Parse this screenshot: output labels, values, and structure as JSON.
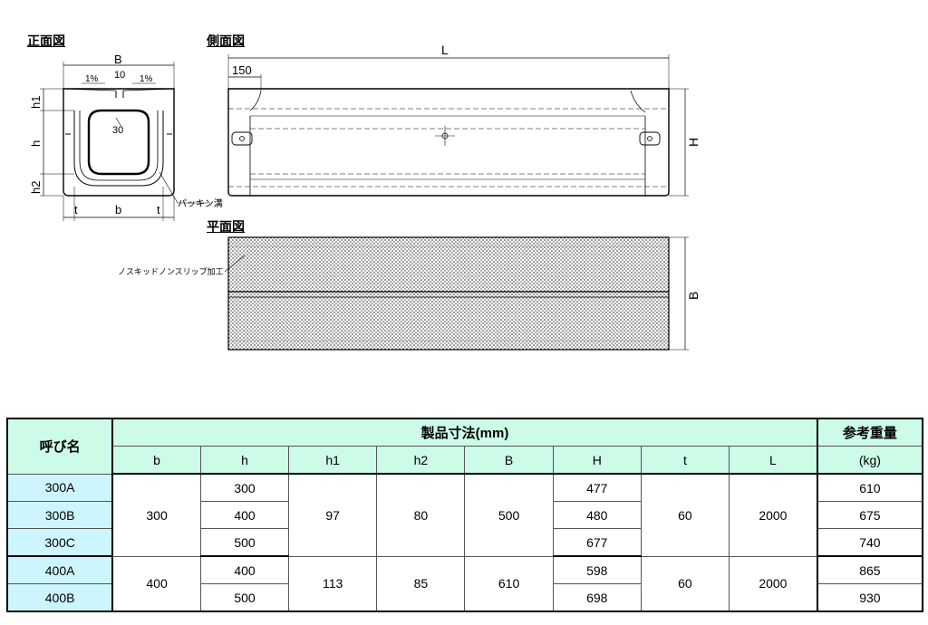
{
  "views": {
    "front": "正面図",
    "side": "側面図",
    "plan": "平面図"
  },
  "annotations": {
    "B": "B",
    "L": "L",
    "H": "H",
    "B_plan": "B",
    "slope_left": "1%",
    "slope_right": "1%",
    "slot_width": "10",
    "hole": "30",
    "h1": "h1",
    "h": "h",
    "h2": "h2",
    "t_left": "t",
    "b": "b",
    "t_right": "t",
    "end_150": "150",
    "packing_groove": "パッキン溝",
    "nonslip": "ノスキッドノンスリップ加工"
  },
  "table": {
    "name_header": "呼び名",
    "dims_header": "製品寸法(mm)",
    "weight_header": "参考重量",
    "weight_unit": "(kg)",
    "columns": [
      "b",
      "h",
      "h1",
      "h2",
      "B",
      "H",
      "t",
      "L"
    ],
    "group1": {
      "b": "300",
      "h1": "97",
      "h2": "80",
      "B": "500",
      "t": "60",
      "L": "2000",
      "rows": [
        {
          "name": "300A",
          "h": "300",
          "H": "477",
          "weight": "610"
        },
        {
          "name": "300B",
          "h": "400",
          "H": "480",
          "weight": "675"
        },
        {
          "name": "300C",
          "h": "500",
          "H": "677",
          "weight": "740"
        }
      ]
    },
    "group2": {
      "b": "400",
      "h1": "113",
      "h2": "85",
      "B": "610",
      "t": "60",
      "L": "2000",
      "rows": [
        {
          "name": "400A",
          "h": "400",
          "H": "598",
          "weight": "865"
        },
        {
          "name": "400B",
          "h": "500",
          "H": "698",
          "weight": "930"
        }
      ]
    }
  }
}
